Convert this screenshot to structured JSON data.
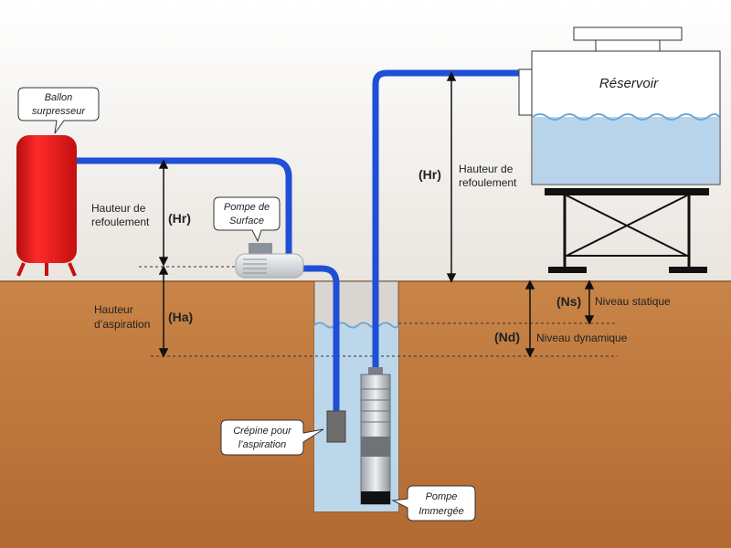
{
  "labels": {
    "ballon_line1": "Ballon",
    "ballon_line2": "surpresseur",
    "pompe_surface_line1": "Pompe de",
    "pompe_surface_line2": "Surface",
    "reservoir": "Réservoir",
    "hauteur_refoulement_left_line1": "Hauteur de",
    "hauteur_refoulement_left_line2": "refoulement",
    "hr_left": "(Hr)",
    "hauteur_aspiration_line1": "Hauteur",
    "hauteur_aspiration_line2": "d’aspiration",
    "ha": "(Ha)",
    "hr_right": "(Hr)",
    "hauteur_refoulement_right_line1": "Hauteur de",
    "hauteur_refoulement_right_line2": "refoulement",
    "ns": "(Ns)",
    "niveau_statique": "Niveau statique",
    "nd": "(Nd)",
    "niveau_dynamique": "Niveau dynamique",
    "crepine_line1": "Crépine pour",
    "crepine_line2": "l’aspiration",
    "pompe_immergee_line1": "Pompe",
    "pompe_immergee_line2": "Immergée"
  },
  "colors": {
    "sky": "#eeeae4",
    "ground": "#c27a3e",
    "ground_dark": "#a9652d",
    "water": "#bcd6ea",
    "pipe": "#1f4fd6",
    "tank_red": "#e01414",
    "surface_pump": "#dcdfe2",
    "reservoir_water": "#b8d4ea"
  }
}
